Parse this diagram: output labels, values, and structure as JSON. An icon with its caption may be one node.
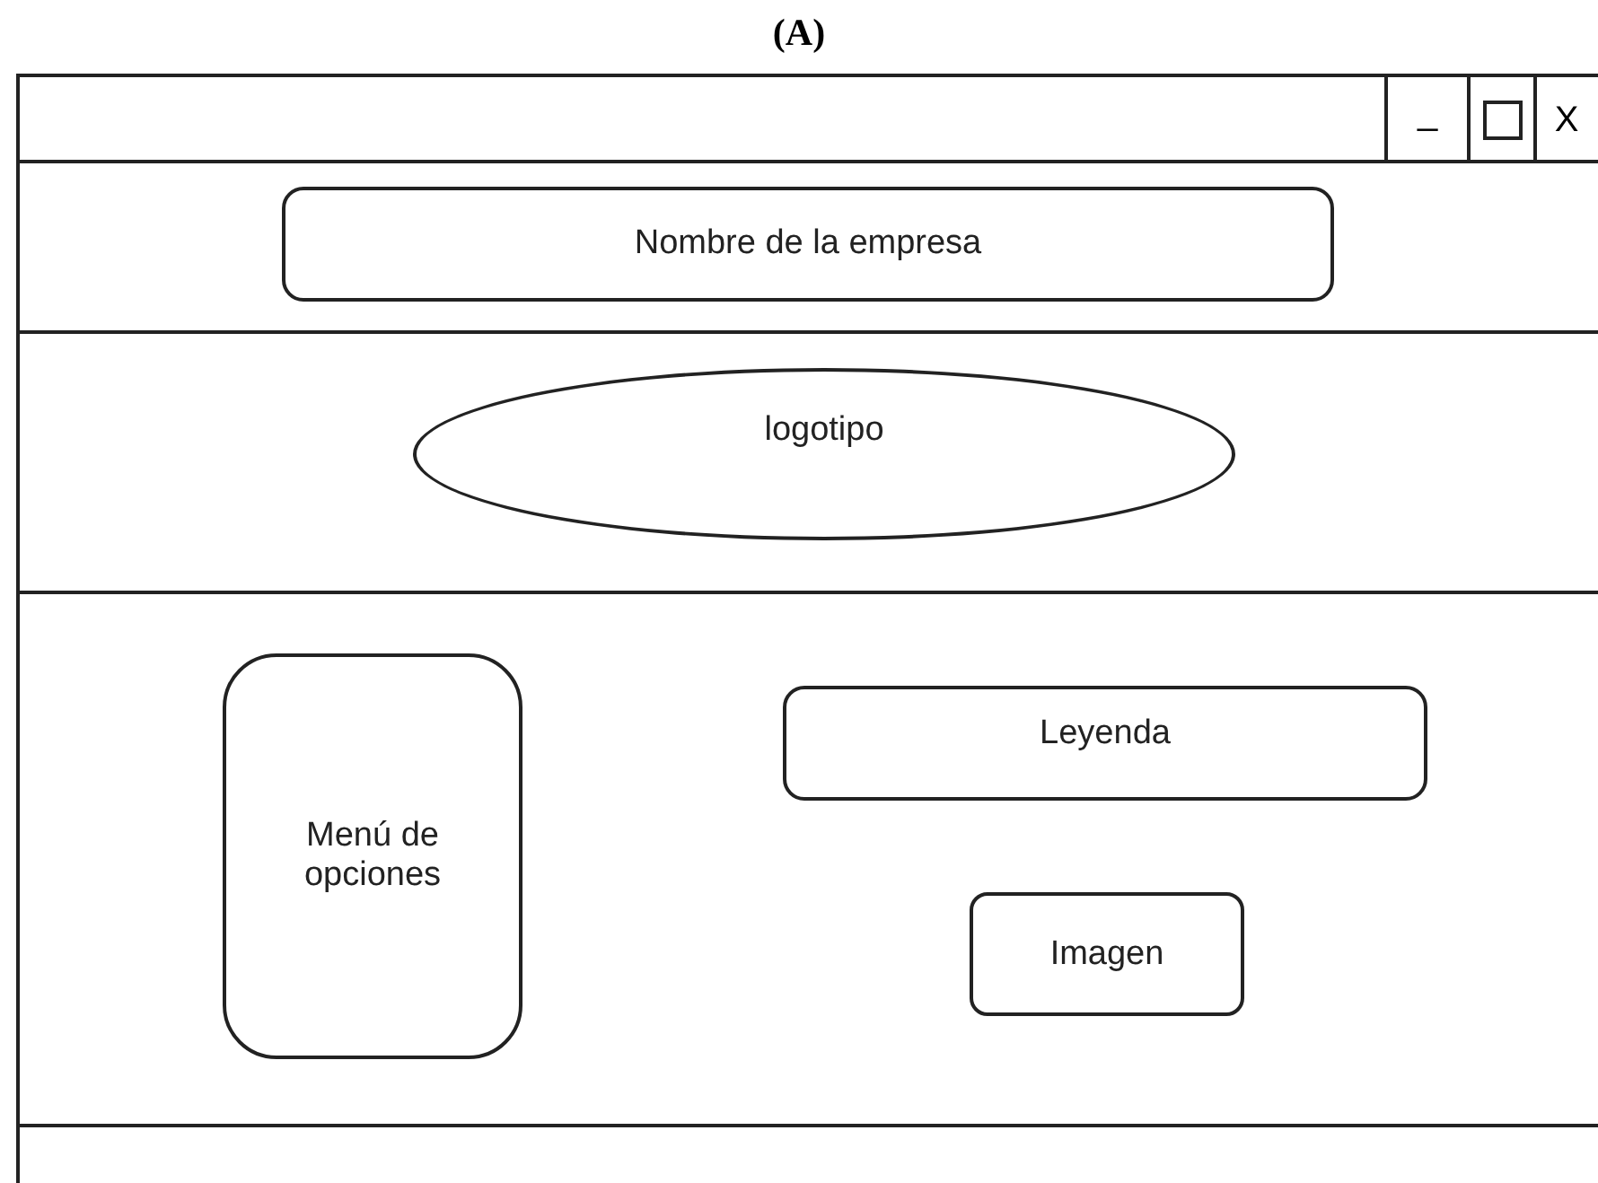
{
  "diagram": {
    "title": "(A)",
    "nodes": [
      {
        "text": [
          "Nombre de la empresa"
        ]
      },
      {
        "text": [
          "logotipo"
        ]
      },
      {
        "text": [
          "Menú de opciones"
        ]
      },
      {
        "text": [
          "Leyenda"
        ]
      },
      {
        "text": [
          "Imagen"
        ]
      }
    ],
    "labels": [
      "_",
      "X"
    ]
  }
}
